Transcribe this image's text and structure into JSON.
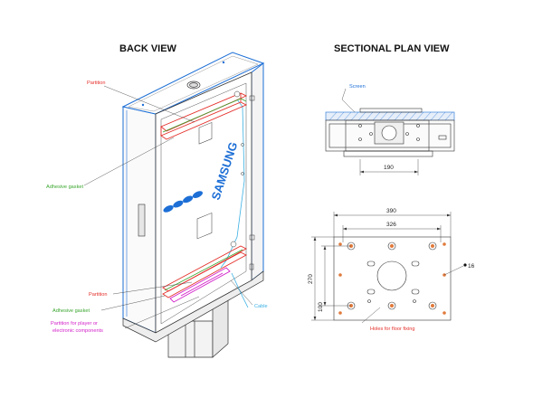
{
  "back_view": {
    "title": "BACK VIEW",
    "brand": "SAMSUNG",
    "labels": {
      "partition_top": "Partition",
      "adhesive_gasket_top": "Adhesive gasket",
      "partition_bottom": "Partition",
      "adhesive_gasket_bottom": "Adhesive gasket",
      "partition_player_line1": "Partition for player or",
      "partition_player_line2": "electronic components",
      "cable": "Cable"
    }
  },
  "sectional_plan_view": {
    "title": "SECTIONAL PLAN VIEW",
    "screen_label": "Screen",
    "dim_190": "190"
  },
  "floor_plate": {
    "dim_390": "390",
    "dim_326": "326",
    "dim_270": "270",
    "dim_100": "100",
    "dim_16": "16",
    "holes_label": "Holes for floor fixing"
  },
  "colors": {
    "red": "#e4302b",
    "green": "#3aa62f",
    "magenta": "#d21fc9",
    "cyan": "#3ab0e3",
    "blue": "#1d6fd6",
    "orange": "#e07a3c"
  }
}
